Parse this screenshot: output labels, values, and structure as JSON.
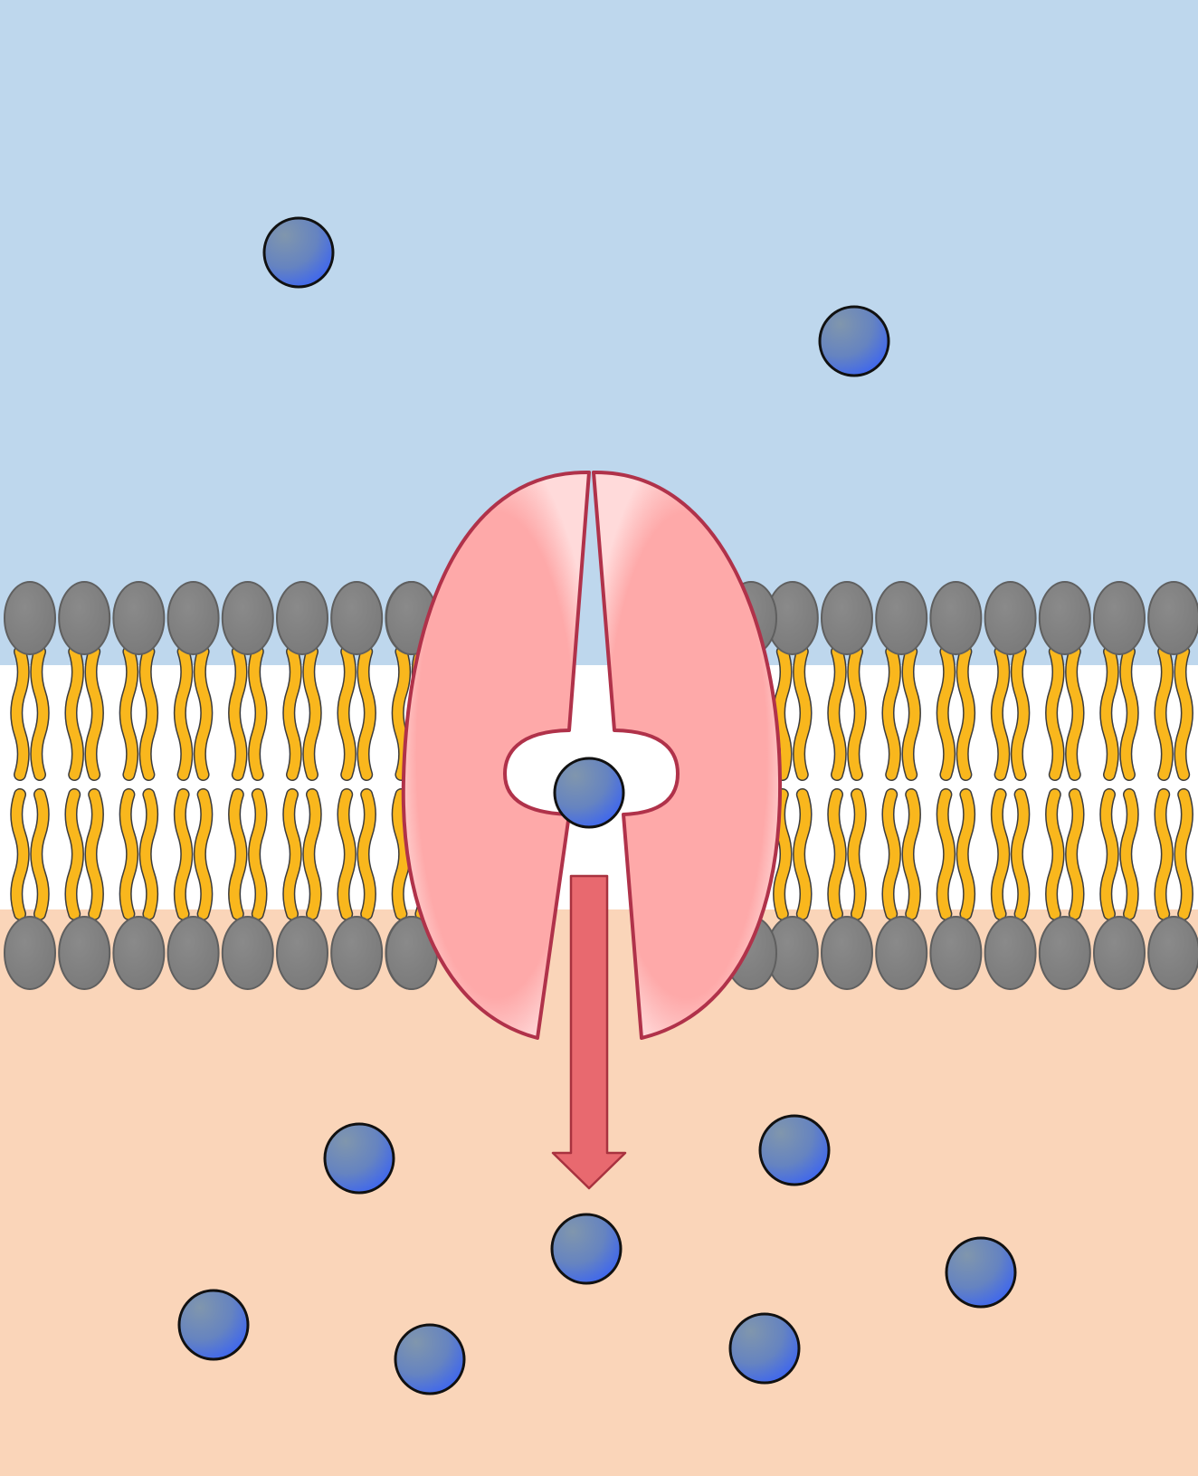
{
  "diagram": {
    "kind": "membrane-transport-illustration",
    "labels": [],
    "colors": {
      "extracellular": "#bed7ed",
      "cytoplasm": "#fad5b9",
      "lipid_head": "#808080",
      "lipid_head_stroke": "#5f5f5f",
      "lipid_tail": "#f9b71d",
      "lipid_tail_stroke": "#3c3c3c",
      "protein_fill": "#fea9a9",
      "protein_highlight": "#ffd9d9",
      "protein_stroke": "#b0324a",
      "channel_fill": "#fad5b9",
      "arrow_fill": "#e8696f",
      "arrow_stroke": "#a8323f",
      "molecule_top": "#8096ad",
      "molecule_bottom": "#3b64f2",
      "molecule_stroke": "#111111"
    },
    "molecule_counts": {
      "extracellular": 2,
      "in_channel": 1,
      "cytoplasm": 7
    },
    "transport_direction": "extracellular-to-cytoplasm"
  }
}
